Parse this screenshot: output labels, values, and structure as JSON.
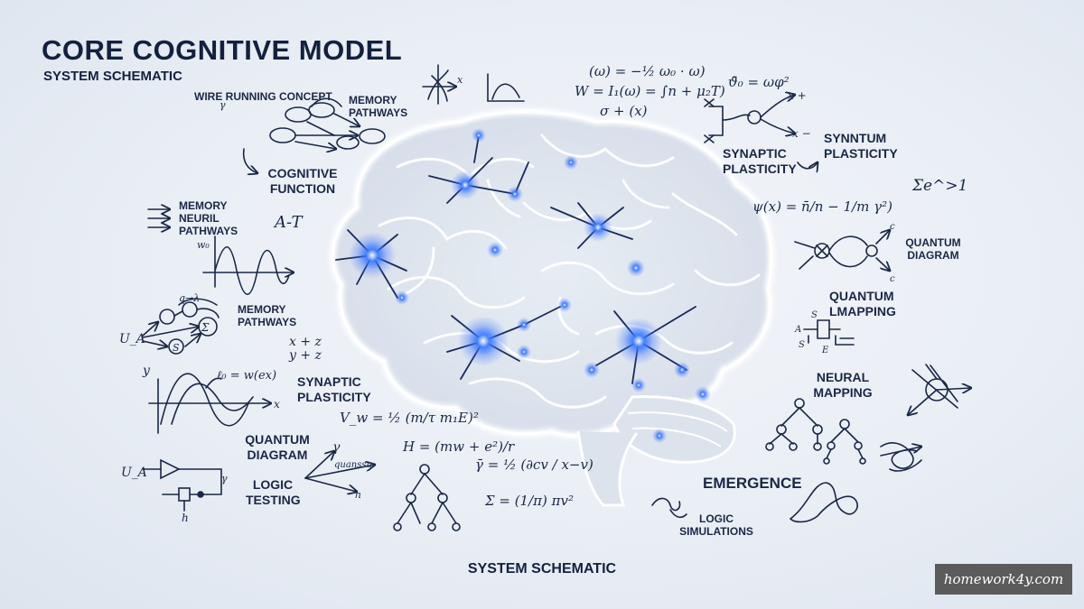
{
  "header": {
    "title": "CORE COGNITIVE MODEL",
    "subtitle": "SYSTEM SCHEMATIC"
  },
  "footer": {
    "caption": "SYSTEM SCHEMATIC"
  },
  "watermark": "homework4y.com",
  "labels": {
    "wire_running_concept": "WIRE RUNNING CONCEPT",
    "memory_pathways_top": "MEMORY PATHWAYS",
    "cognitive_function": "COGNITIVE FUNCTION",
    "memory_neuril_pathways": "MEMORY NEURIL PATHWAYS",
    "a_t": "A-T",
    "memory_pathways_mid": "MEMORY PATHWAYS",
    "synaptic_plasticity_left": "SYNAPTIC PLASTICITY",
    "quantum_diagram_left": "QUANTUM DIAGRAM",
    "logic_testing": "LOGIC TESTING",
    "synaptic_plasticity_right": "SYNAPTIC PLASTICITY",
    "synntum_plasticity": "SYNNTUM PLASTICITY",
    "quantum_diagram_right": "QUANTUM DIAGRAM",
    "quantum_lmapping": "QUANTUM LMAPPING",
    "neural_mapping": "NEURAL MAPPING",
    "emergence": "EMERGENCE",
    "logic_simulations": "LOGIC SIMULATIONS"
  },
  "formulas": {
    "f1": "(ω) = −½ ω₀ · ω)",
    "f2": "W = I₁(ω) = ∫n + μ₂T)",
    "f3": "σ + (x)",
    "f4": "ϑ̄₀ = ωφ²",
    "f5": "Σe^>1",
    "f6": "ψ(x) = n̄/n − 1/m γ²)",
    "f7": "x + z\ny + z",
    "f8": "ℓ₀ = w(ex)",
    "f9": "V_w = ½ (m/τ m₁E)²",
    "f10": "H = (mw + e²)/r",
    "f11": "γ̄ = ½ (∂cv / x−v)",
    "f12": "Σ = (1/π) πv²"
  },
  "diagram_text": {
    "ua_top": "U_A",
    "ua_bottom": "U_A",
    "sigma": "Σ",
    "s_node": "S",
    "q_lambda": "q→λ",
    "y_axis": "y",
    "x_axis": "x",
    "w0": "w₀",
    "x_plus": "x +",
    "x_minus": "x −",
    "gamma": "γ",
    "quanssu": "quanssu",
    "h_small": "h",
    "h_box": "h",
    "c_top": "c",
    "c_bot": "c",
    "a_s": "A",
    "s_s": "S",
    "s2": "S",
    "e_box": "E"
  }
}
